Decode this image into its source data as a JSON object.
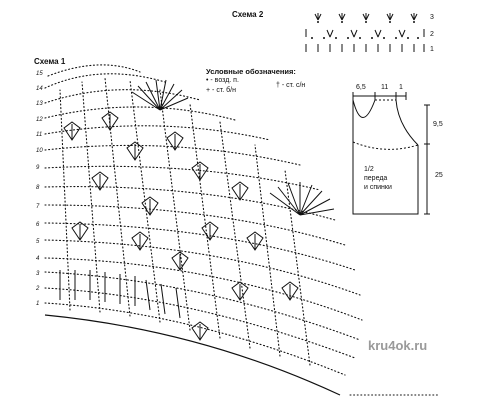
{
  "schema2": {
    "title": "Схема 2",
    "rows": [
      "3",
      "2",
      "1"
    ]
  },
  "schema1": {
    "title": "Схема 1",
    "rows": [
      "15",
      "14",
      "13",
      "12",
      "11",
      "10",
      "9",
      "8",
      "7",
      "6",
      "5",
      "4",
      "3",
      "2",
      "1"
    ]
  },
  "legend": {
    "title": "Условные обозначения:",
    "items": [
      {
        "symbol": "•",
        "label": "- возд. п."
      },
      {
        "symbol": "†",
        "label": "- ст. с/н"
      },
      {
        "symbol": "+",
        "label": "- ст. б/н"
      }
    ]
  },
  "pattern": {
    "dims": {
      "top": [
        "6,5",
        "11",
        "1"
      ],
      "right": [
        "9,5",
        "25"
      ]
    },
    "label_lines": [
      "1/2",
      "переда",
      "и спинки"
    ]
  },
  "watermark": "kru4ok.ru"
}
